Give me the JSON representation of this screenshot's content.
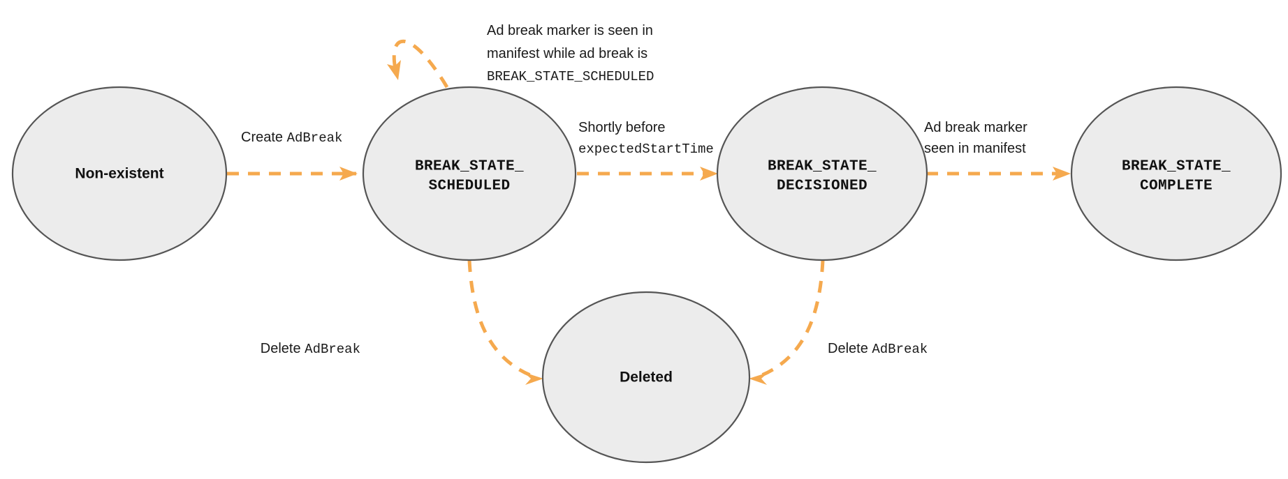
{
  "diagram": {
    "type": "state-machine",
    "background_color": "#ffffff",
    "node_fill": "#ececec",
    "node_stroke": "#555555",
    "edge_color": "#f5a94e",
    "nodes": [
      {
        "id": "non-existent",
        "label_lines": [
          "Non-existent"
        ],
        "style": "sans"
      },
      {
        "id": "break-state-scheduled",
        "label_lines": [
          "BREAK_STATE_",
          "SCHEDULED"
        ],
        "style": "mono"
      },
      {
        "id": "break-state-decisioned",
        "label_lines": [
          "BREAK_STATE_",
          "DECISIONED"
        ],
        "style": "mono"
      },
      {
        "id": "break-state-complete",
        "label_lines": [
          "BREAK_STATE_",
          "COMPLETE"
        ],
        "style": "mono"
      },
      {
        "id": "deleted",
        "label_lines": [
          "Deleted"
        ],
        "style": "sans"
      }
    ],
    "edges": [
      {
        "id": "create-adbreak",
        "from": "non-existent",
        "to": "break-state-scheduled",
        "label_lines": [
          [
            {
              "text": "Create ",
              "style": "sans"
            },
            {
              "text": "AdBreak",
              "style": "mono"
            }
          ]
        ]
      },
      {
        "id": "self-loop-marker-seen",
        "from": "break-state-scheduled",
        "to": "break-state-scheduled",
        "label_lines": [
          [
            {
              "text": "Ad break marker is seen in",
              "style": "sans"
            }
          ],
          [
            {
              "text": "manifest while ad break is",
              "style": "sans"
            }
          ],
          [
            {
              "text": "BREAK_STATE_SCHEDULED",
              "style": "mono"
            }
          ]
        ]
      },
      {
        "id": "shortly-before-expected-start-time",
        "from": "break-state-scheduled",
        "to": "break-state-decisioned",
        "label_lines": [
          [
            {
              "text": "Shortly before",
              "style": "sans"
            }
          ],
          [
            {
              "text": "expectedStartTime",
              "style": "mono"
            }
          ]
        ]
      },
      {
        "id": "marker-seen-in-manifest",
        "from": "break-state-decisioned",
        "to": "break-state-complete",
        "label_lines": [
          [
            {
              "text": "Ad break marker",
              "style": "sans"
            }
          ],
          [
            {
              "text": "seen in manifest",
              "style": "sans"
            }
          ]
        ]
      },
      {
        "id": "delete-adbreak-from-scheduled",
        "from": "break-state-scheduled",
        "to": "deleted",
        "label_lines": [
          [
            {
              "text": "Delete ",
              "style": "sans"
            },
            {
              "text": "AdBreak",
              "style": "mono"
            }
          ]
        ]
      },
      {
        "id": "delete-adbreak-from-decisioned",
        "from": "break-state-decisioned",
        "to": "deleted",
        "label_lines": [
          [
            {
              "text": "Delete ",
              "style": "sans"
            },
            {
              "text": "AdBreak",
              "style": "mono"
            }
          ]
        ]
      }
    ]
  }
}
